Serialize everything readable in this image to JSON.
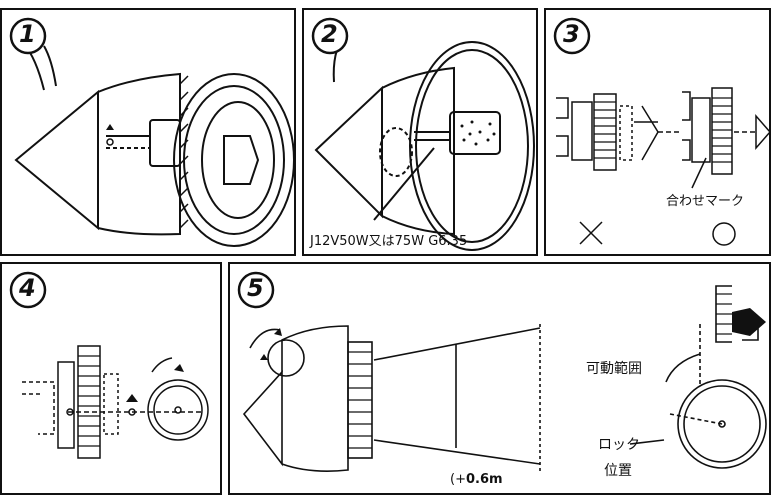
{
  "steps": [
    {
      "number": "1"
    },
    {
      "number": "2",
      "lamp_spec": "J12V50W又は75W G6.35"
    },
    {
      "number": "3",
      "align_mark_label": "合わせマーク",
      "wrong_symbol": "×",
      "correct_symbol": "○"
    },
    {
      "number": "4"
    },
    {
      "number": "5",
      "range_label": "可動範囲",
      "lock_label_1": "ロック",
      "lock_label_2": "位置",
      "distance_label": "0.6m"
    }
  ]
}
